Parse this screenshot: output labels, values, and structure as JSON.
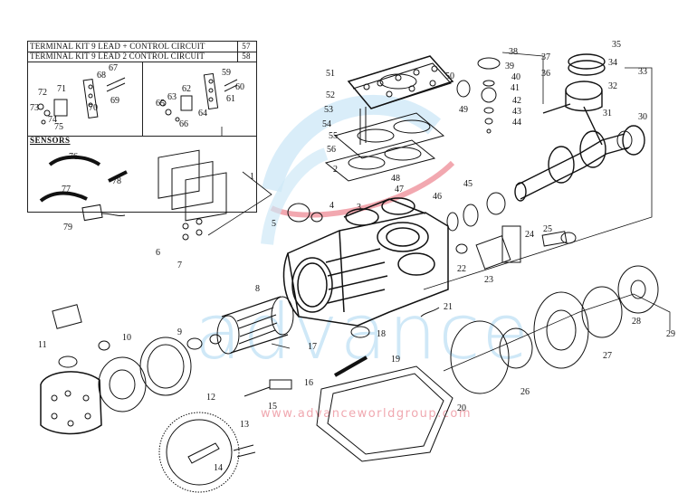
{
  "kit_table": {
    "rows": [
      {
        "text": "TERMINAL KIT  9 LEAD + CONTROL CIRCUIT",
        "part": "57"
      },
      {
        "text": "TERMINAL KIT  9 LEAD 2 CONTROL CIRCUIT",
        "part": "58"
      }
    ],
    "sensors_title": "SENSORS"
  },
  "watermark": {
    "brand": "advance",
    "url": "www.advanceworldgroup.com"
  },
  "part_labels": [
    "1",
    "2",
    "3",
    "4",
    "5",
    "6",
    "7",
    "8",
    "9",
    "10",
    "11",
    "12",
    "13",
    "14",
    "15",
    "16",
    "17",
    "18",
    "19",
    "20",
    "21",
    "22",
    "23",
    "24",
    "25",
    "26",
    "27",
    "28",
    "29",
    "30",
    "31",
    "32",
    "33",
    "34",
    "35",
    "36",
    "37",
    "38",
    "39",
    "40",
    "41",
    "42",
    "43",
    "44",
    "45",
    "46",
    "47",
    "48",
    "49",
    "50",
    "51",
    "52",
    "53",
    "54",
    "55",
    "56",
    "59",
    "60",
    "61",
    "62",
    "63",
    "64",
    "65",
    "66",
    "67",
    "68",
    "69",
    "70",
    "71",
    "72",
    "73",
    "74",
    "75",
    "76",
    "77",
    "78",
    "79"
  ],
  "colors": {
    "line": "#111111",
    "watermark_blue": "#cfe8f7",
    "watermark_red": "#e86070",
    "watermark_url": "#f0a8b0"
  }
}
